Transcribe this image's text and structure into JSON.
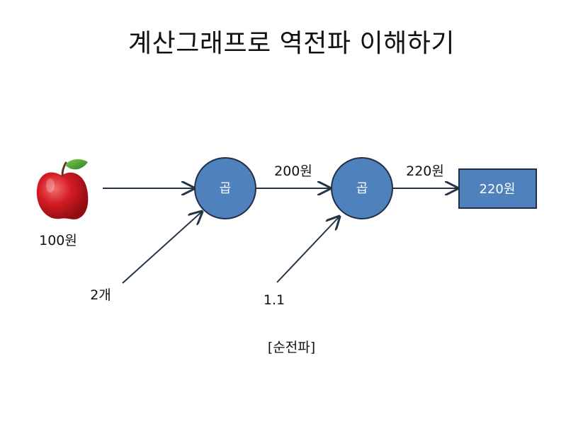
{
  "title": "계산그래프로 역전파 이해하기",
  "nodes": {
    "mul_node_1": "곱",
    "mul_node_2": "곱",
    "output_box": "220원"
  },
  "labels": {
    "apple_price": "100원",
    "apple_count": "2개",
    "tax_rate": "1.1",
    "intermediate_value": "200원",
    "final_value": "220원"
  },
  "caption": "[순전파]",
  "icons": {
    "input_image": "apple-icon"
  },
  "colors": {
    "node_fill": "#4F81BD",
    "node_stroke": "#1F2F47",
    "arrow": "#243447",
    "apple_red": "#C0161E",
    "leaf_green": "#3C9A2F"
  }
}
